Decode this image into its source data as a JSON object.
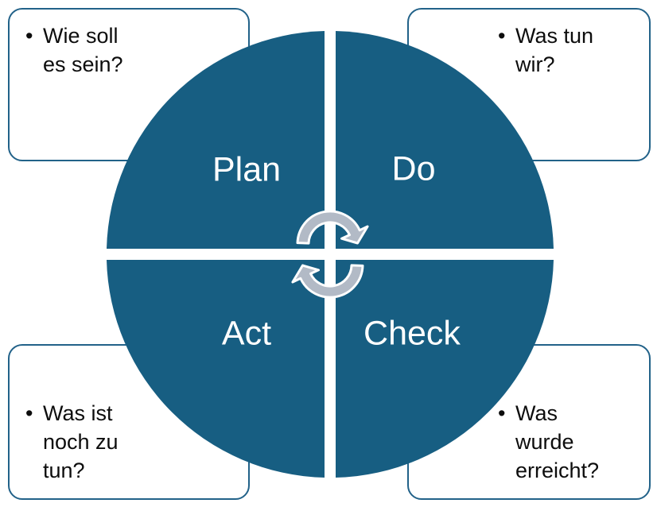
{
  "bullet_char": "•",
  "quadrants": [
    {
      "label": "Plan"
    },
    {
      "label": "Do"
    },
    {
      "label": "Act"
    },
    {
      "label": "Check"
    }
  ],
  "notes": [
    {
      "position": "top-left",
      "text": "Wie soll\nes sein?"
    },
    {
      "position": "top-right",
      "text": "Was tun\nwir?"
    },
    {
      "position": "bottom-left",
      "text": "Was ist\nnoch zu\ntun?"
    },
    {
      "position": "bottom-right",
      "text": "Was\nwurde\nerreicht?"
    }
  ],
  "icons": {
    "center": "cycle-arrows-icon"
  },
  "colors": {
    "circle": "#175e82",
    "box_border": "#226289",
    "arrow": "#b2bac6",
    "arrow_outline": "#ffffff",
    "label_text": "#ffffff",
    "note_text": "#0d0d0d",
    "background": "#ffffff"
  }
}
